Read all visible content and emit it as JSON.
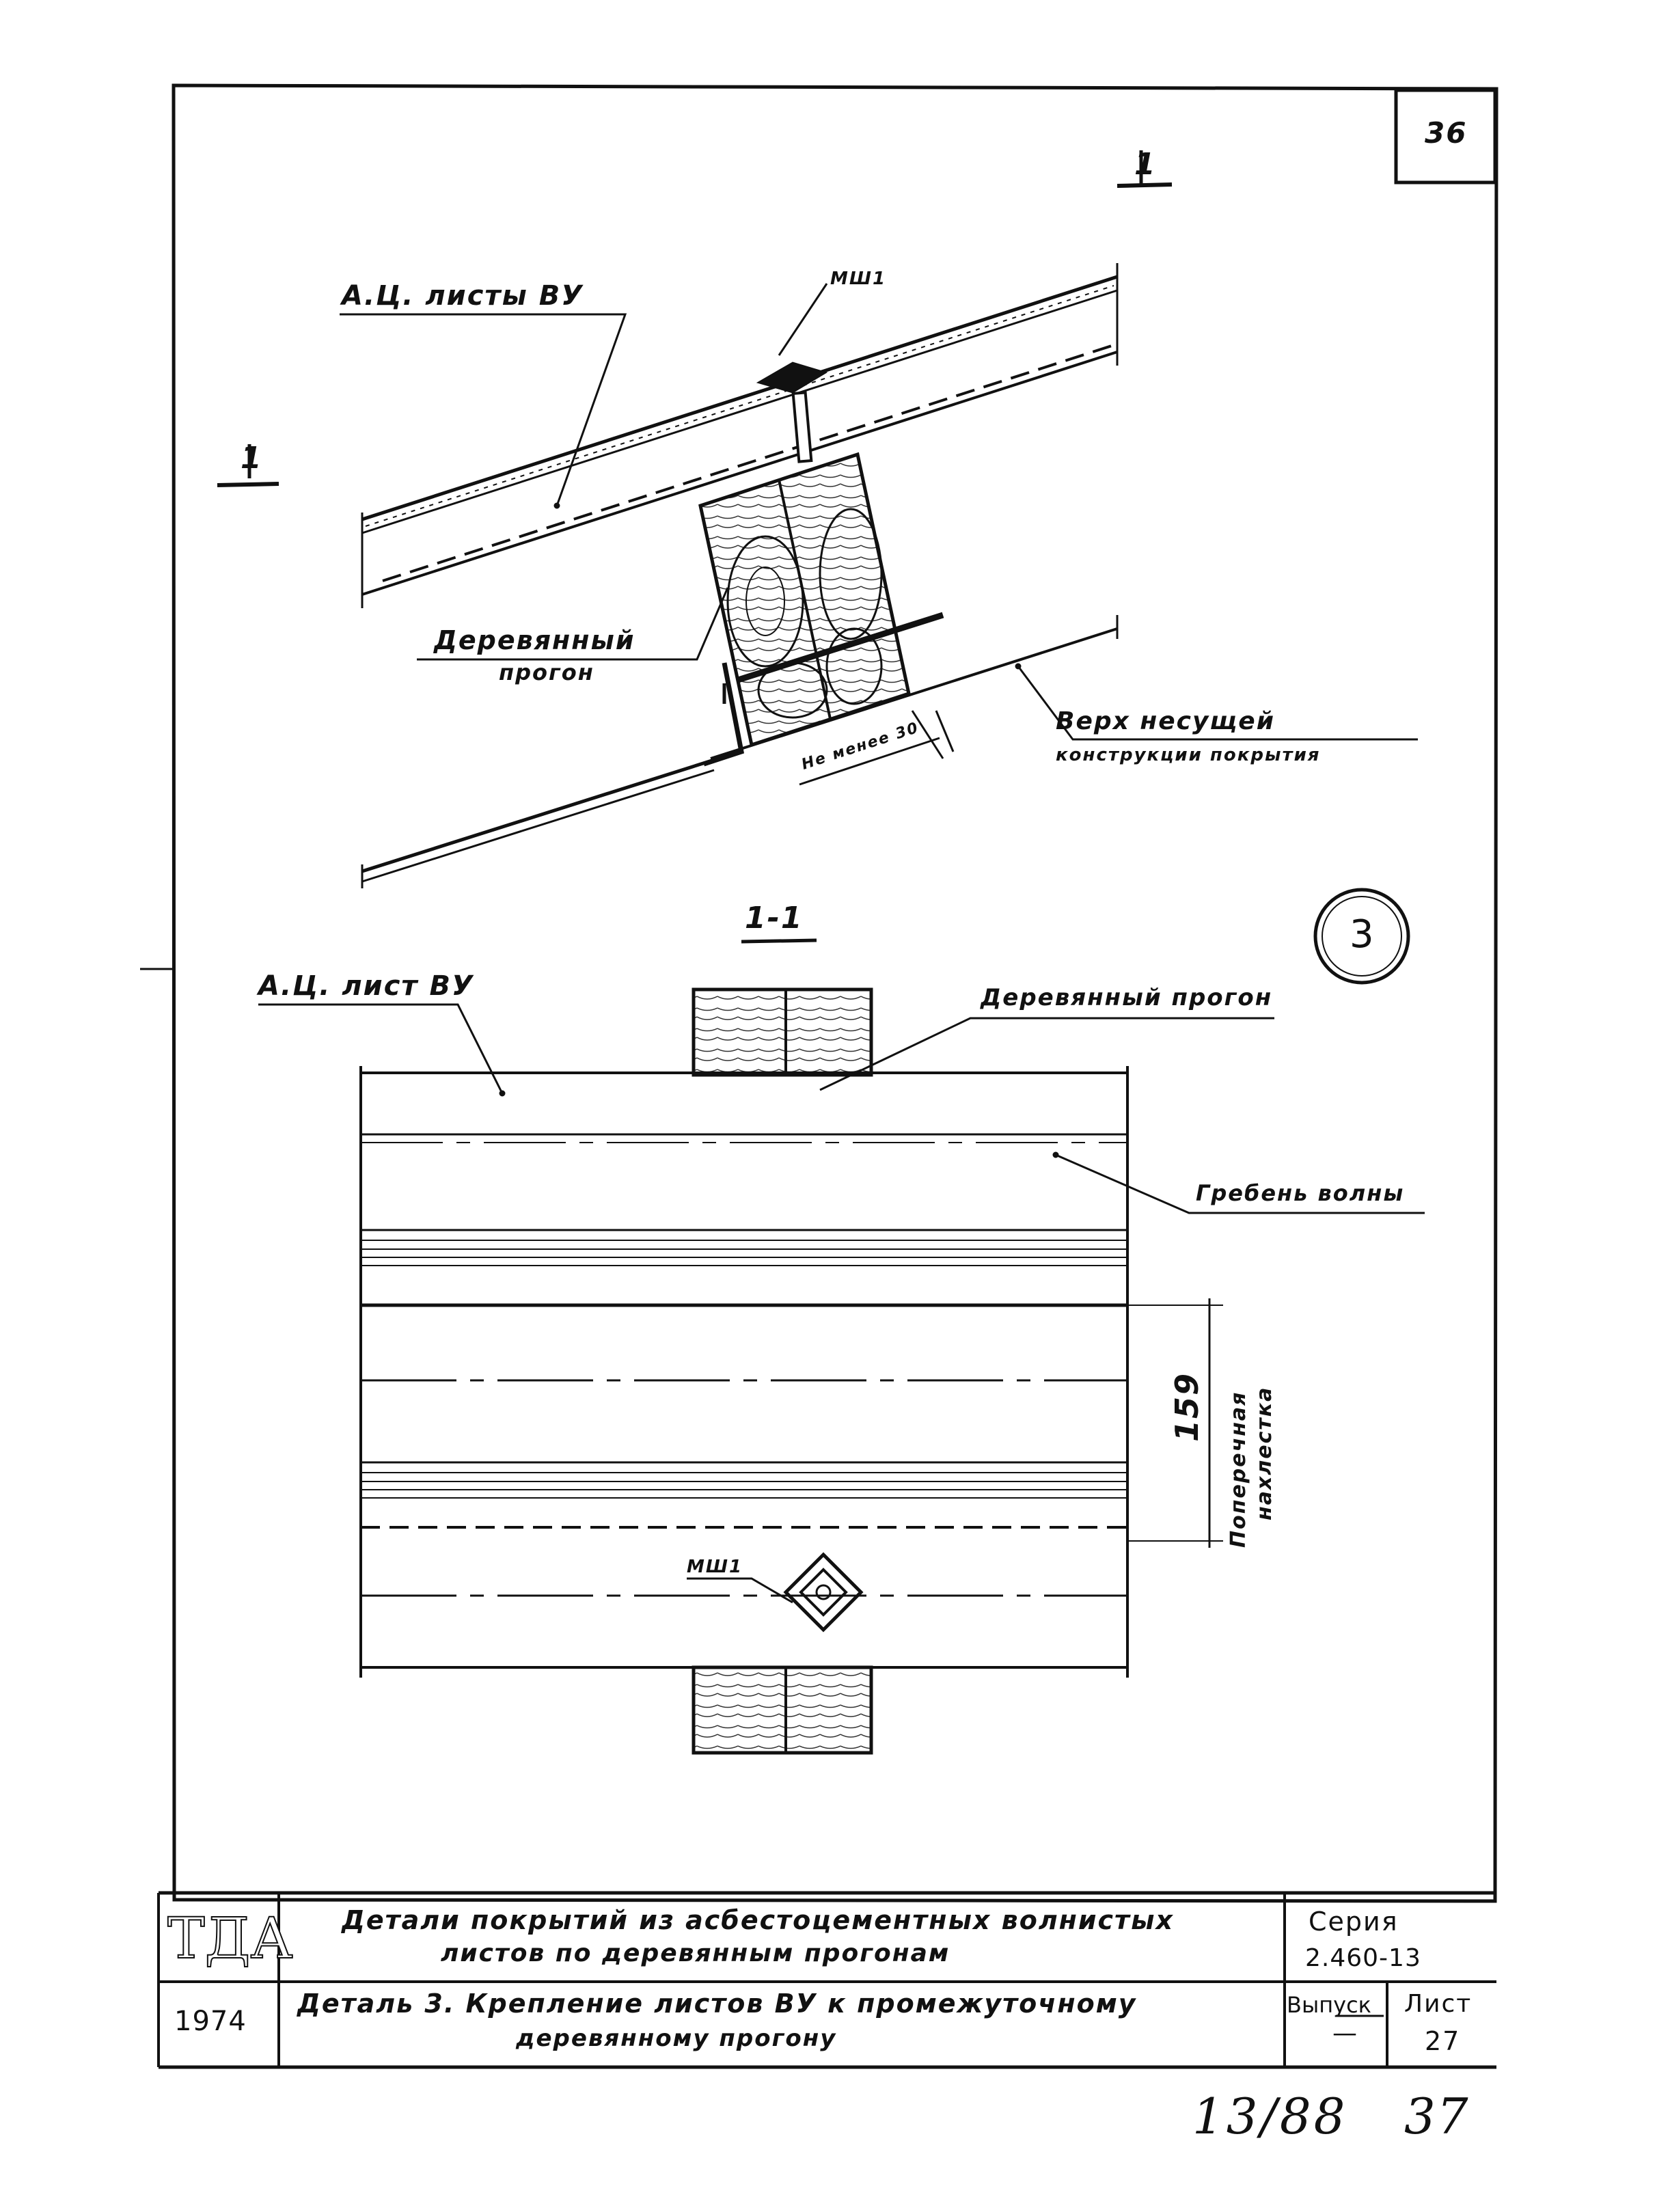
{
  "sheet": {
    "page_number": "36",
    "bottom_handwritten_left": "13/88",
    "bottom_handwritten_right": "37"
  },
  "detail_marker": "3",
  "upper_view": {
    "section_mark_top": "1",
    "section_mark_left": "1",
    "label_sheets": "А.Ц. листы ВУ",
    "label_bolt": "МШ1",
    "label_purlin_line1": "Деревянный",
    "label_purlin_line2": "прогон",
    "label_dim": "Не менее 30",
    "label_top_line1": "Верх несущей",
    "label_top_line2": "конструкции покрытия"
  },
  "section_view": {
    "title": "1-1",
    "label_sheets": "А.Ц. лист ВУ",
    "label_purlin": "Деревянный прогон",
    "label_crest": "Гребень волны",
    "dim_value": "159",
    "dim_label_line1": "Поперечная",
    "dim_label_line2": "нахлестка",
    "label_bolt": "МШ1"
  },
  "title_block": {
    "org": "ТДА",
    "year": "1974",
    "title_line1": "Детали покрытий из асбестоцементных волнистых",
    "title_line2": "листов по деревянным прогонам",
    "detail_line1": "Деталь 3.   Крепление листов ВУ к промежуточному",
    "detail_line2": "деревянному прогону",
    "series_label": "Серия",
    "series_value": "2.460-13",
    "issue_label": "Выпуск",
    "issue_value": "—",
    "sheet_label": "Лист",
    "sheet_value": "27"
  }
}
